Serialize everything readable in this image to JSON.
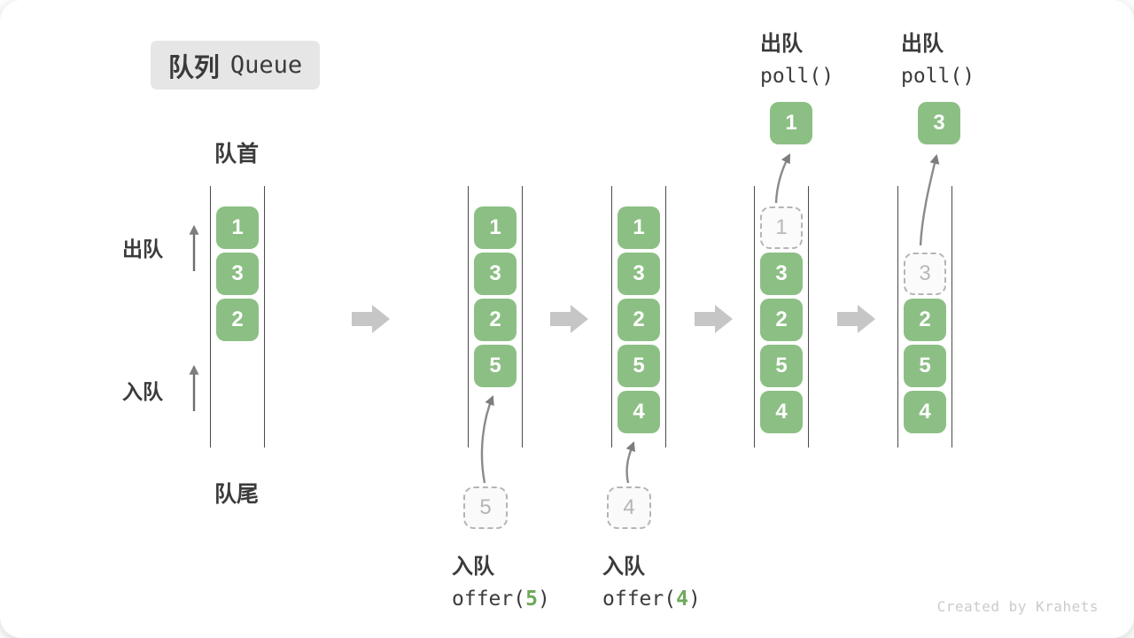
{
  "title": {
    "zh": "队列",
    "en": "Queue"
  },
  "labels": {
    "front": "队首",
    "rear": "队尾",
    "dequeue": "出队",
    "enqueue": "入队"
  },
  "columns": [
    {
      "boxes": [
        "1",
        "3",
        "2"
      ]
    },
    {
      "boxes": [
        "1",
        "3",
        "2",
        "5"
      ],
      "incoming": "5"
    },
    {
      "boxes": [
        "1",
        "3",
        "2",
        "5",
        "4"
      ],
      "incoming": "4"
    },
    {
      "ghost": "1",
      "boxes": [
        "3",
        "2",
        "5",
        "4"
      ],
      "popped": "1"
    },
    {
      "ghost": "3",
      "boxes": [
        "2",
        "5",
        "4"
      ],
      "popped": "3"
    }
  ],
  "operations": {
    "enqueue5": {
      "label": "入队",
      "fn_open": "offer(",
      "arg": "5",
      "fn_close": ")"
    },
    "enqueue4": {
      "label": "入队",
      "fn_open": "offer(",
      "arg": "4",
      "fn_close": ")"
    },
    "poll1": {
      "label": "出队",
      "fn": "poll()"
    },
    "poll2": {
      "label": "出队",
      "fn": "poll()"
    }
  },
  "watermark": "Created by Krahets",
  "colors": {
    "element_green": "#8cbf84",
    "arg_green": "#6eaa5a",
    "text_dark": "#3b3b3b",
    "badge_bg": "#e6e6e6",
    "thin_arrow": "#8a8a8a",
    "block_arrow": "#c6c6c6",
    "dashed_gray": "#b5b5b5",
    "watermark_gray": "#cbcbcb"
  }
}
